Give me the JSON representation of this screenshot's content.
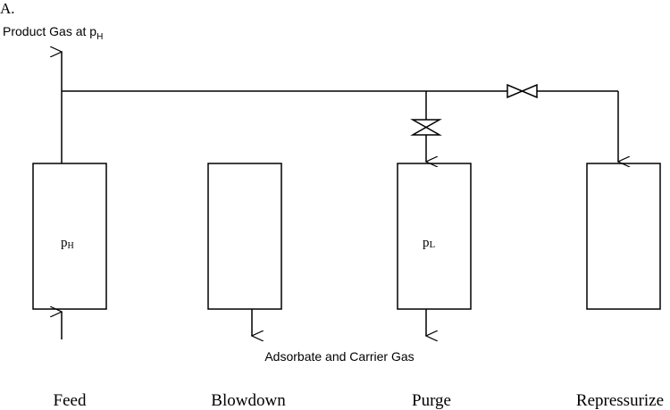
{
  "panel_label": "A.",
  "product_gas": {
    "text": "Product Gas at p",
    "sub": "H"
  },
  "exhaust_label": "Adsorbate and Carrier Gas",
  "columns": [
    {
      "step": "Feed",
      "pressure": "p",
      "pressure_sub": "H"
    },
    {
      "step": "Blowdown"
    },
    {
      "step": "Purge",
      "pressure": "p",
      "pressure_sub": "L"
    },
    {
      "step": "Repressurize"
    }
  ],
  "colors": {
    "line": "#000000",
    "background": "#ffffff"
  }
}
